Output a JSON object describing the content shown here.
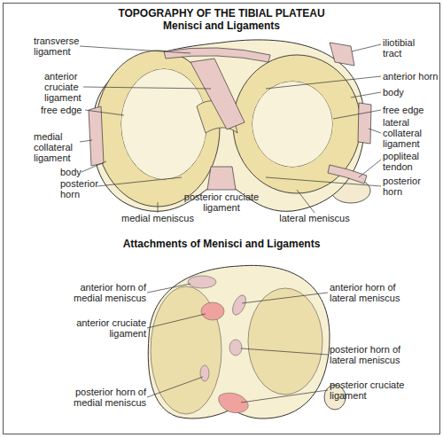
{
  "diagram": {
    "title": "TOPOGRAPHY OF THE TIBIAL PLATEAU",
    "labels": [
      "Menisci and Ligaments",
      "transverse ligament",
      "anterior cruciate ligament",
      "free edge",
      "medial collateral ligament",
      "body",
      "posterior horn",
      "medial meniscus",
      "posterior cruciate ligament",
      "lateral meniscus",
      "posterior horn",
      "popliteal tendon",
      "lateral collateral ligament",
      "free edge",
      "body",
      "anterior horn",
      "iliotibial tract",
      "Attachments of Menisci and Ligaments",
      "anterior horn of medial meniscus",
      "anterior cruciate ligament",
      "posterior horn of medial meniscus",
      "anterior horn of lateral meniscus",
      "posterior horn of lateral meniscus",
      "posterior cruciate ligament"
    ]
  }
}
